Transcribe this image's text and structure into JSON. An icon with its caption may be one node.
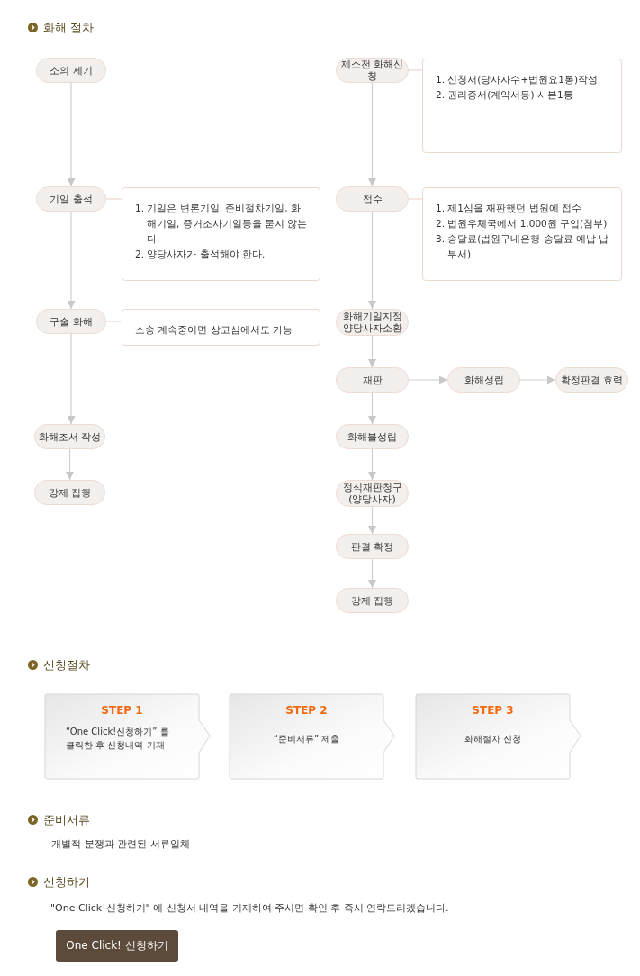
{
  "diagram": {
    "nodes": [
      {
        "text": [
          "소의 제기"
        ]
      },
      {
        "text": [
          "기일 출석"
        ]
      },
      {
        "text": [
          "1. 기일은 변론기일, 준비절차기일, 화해기일, 증거조사기일등을 묻지 않는다.",
          "2. 양당사자가 출석해야 한다."
        ]
      },
      {
        "text": [
          "구술 화해"
        ]
      },
      {
        "text": [
          "소송 계속중이면 상고심에서도 가능"
        ]
      },
      {
        "text": [
          "화해조서 작성"
        ]
      },
      {
        "text": [
          "강제 집행"
        ]
      },
      {
        "text": [
          "제소전 화해신청"
        ]
      },
      {
        "text": [
          "1. 신청서(당사자수+법원요1통)작성",
          "2. 권리증서(계약서등) 사본1통"
        ]
      },
      {
        "text": [
          "접수"
        ]
      },
      {
        "text": [
          "1. 제1심을 재판했던 법원에 접수",
          "2. 법원우체국에서 1,000원 구입(첨부)",
          "3. 송달료(법원구내은행 송달료 예납 납부서)"
        ]
      },
      {
        "text": [
          "화해기일지정 양당사자소환"
        ]
      },
      {
        "text": [
          "재판"
        ]
      },
      {
        "text": [
          "화해성립"
        ]
      },
      {
        "text": [
          "확정판결 효력"
        ]
      },
      {
        "text": [
          "화해불성립"
        ]
      },
      {
        "text": [
          "정식재판청구 (양당사자)"
        ]
      },
      {
        "text": [
          "판결 확정"
        ]
      },
      {
        "text": [
          "강제 집행"
        ]
      },
      {
        "text": [
          "STEP 1",
          "“One Click!신청하기” 를 클릭한 후 신청내역 기재"
        ]
      },
      {
        "text": [
          "STEP 2",
          "“준비서류” 제출"
        ]
      },
      {
        "text": [
          "STEP 3",
          "화해절차 신청"
        ]
      }
    ],
    "edges": [
      {
        "from": 0,
        "to": 1,
        "arrow": "to"
      },
      {
        "from": 1,
        "to": 2,
        "arrow": "none"
      },
      {
        "from": 1,
        "to": 3,
        "arrow": "to"
      },
      {
        "from": 3,
        "to": 4,
        "arrow": "none"
      },
      {
        "from": 3,
        "to": 5,
        "arrow": "to"
      },
      {
        "from": 5,
        "to": 6,
        "arrow": "to"
      },
      {
        "from": 7,
        "to": 8,
        "arrow": "none"
      },
      {
        "from": 7,
        "to": 9,
        "arrow": "to"
      },
      {
        "from": 9,
        "to": 10,
        "arrow": "none"
      },
      {
        "from": 9,
        "to": 11,
        "arrow": "to"
      },
      {
        "from": 11,
        "to": 12,
        "arrow": "to"
      },
      {
        "from": 12,
        "to": 13,
        "arrow": "to"
      },
      {
        "from": 13,
        "to": 14,
        "arrow": "to"
      },
      {
        "from": 12,
        "to": 15,
        "arrow": "to"
      },
      {
        "from": 15,
        "to": 16,
        "arrow": "to"
      },
      {
        "from": 16,
        "to": 17,
        "arrow": "to"
      },
      {
        "from": 17,
        "to": 18,
        "arrow": "to"
      }
    ],
    "labels": [
      "화해 절차",
      "신청절차",
      "준비서류",
      "- 개별적 분쟁과 관련된 서류일체",
      "신청하기",
      "\"One Click!신청하기\" 에 신청서 내역을 기재하여 주시면 확인 후 즉시 연락드리겠습니다.",
      "One Click! 신청하기"
    ]
  }
}
